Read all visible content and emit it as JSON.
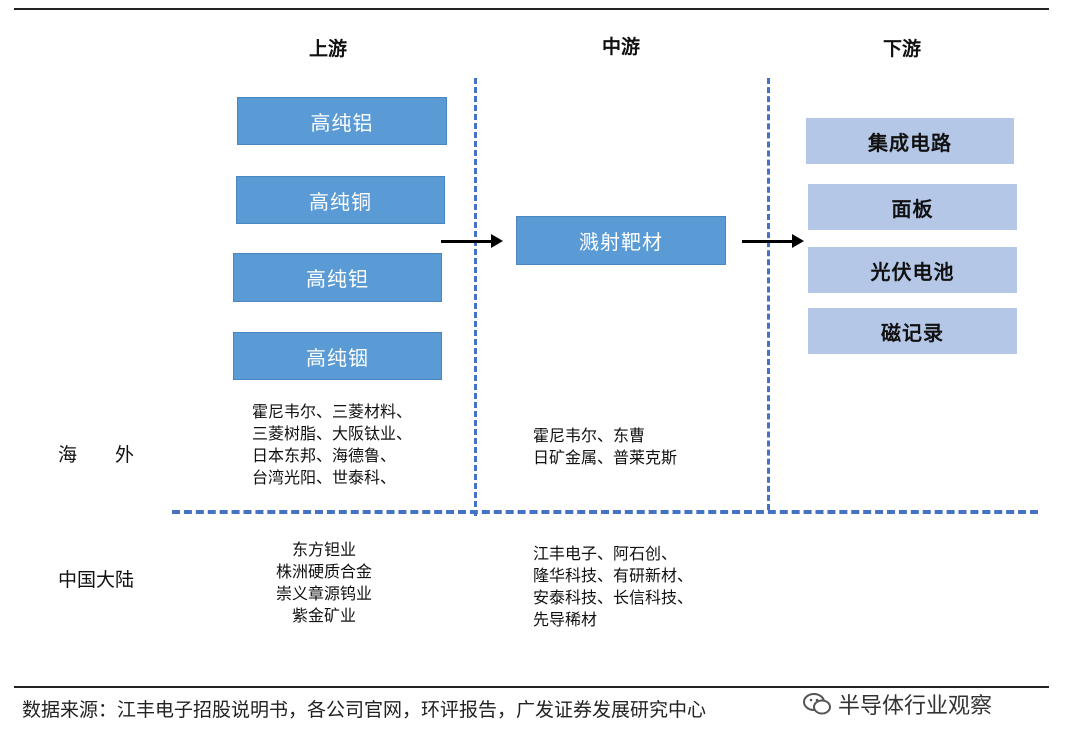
{
  "columns": {
    "upstream": "上游",
    "midstream": "中游",
    "downstream": "下游"
  },
  "upstream_materials": [
    "高纯铝",
    "高纯铜",
    "高纯钽",
    "高纯铟"
  ],
  "midstream_product": "溅射靶材",
  "downstream_applications": [
    "集成电路",
    "面板",
    "光伏电池",
    "磁记录"
  ],
  "regions": {
    "overseas": "海　　外",
    "mainland": "中国大陆"
  },
  "companies": {
    "overseas_upstream": "霍尼韦尔、三菱材料、\n三菱树脂、大阪钛业、\n日本东邦、海德鲁、\n台湾光阳、世泰科、",
    "overseas_midstream": "霍尼韦尔、东曹\n日矿金属、普莱克斯",
    "mainland_upstream": "东方钽业\n株洲硬质合金\n崇义章源钨业\n紫金矿业",
    "mainland_midstream": "江丰电子、阿石创、\n隆华科技、有研新材、\n安泰科技、长信科技、\n先导稀材"
  },
  "footer": {
    "source": "数据来源：江丰电子招股说明书，各公司官网，环评报告，广发证券发展研究中心",
    "watermark": "半导体行业观察"
  },
  "colors": {
    "box_dark": "#5b9bd5",
    "box_light": "#b4c7e7",
    "dash": "#4472c4"
  }
}
